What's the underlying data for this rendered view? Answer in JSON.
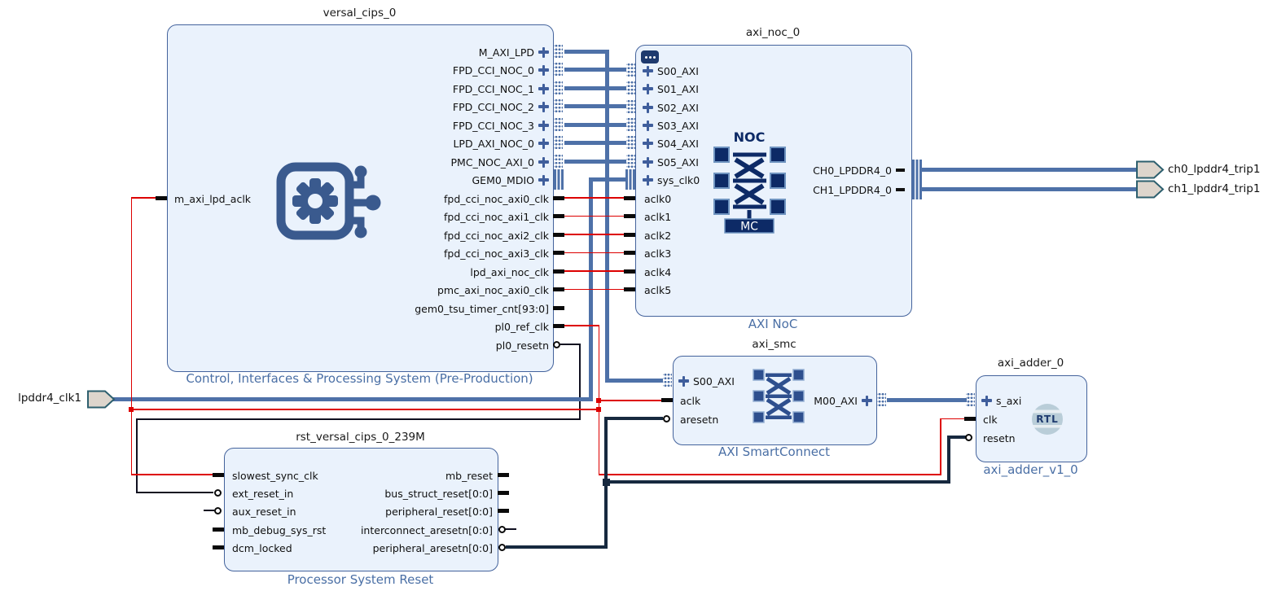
{
  "diagram": {
    "tool_context": "block-design-canvas",
    "colors": {
      "block_fill": "#eaf2fc",
      "block_border": "#44639c",
      "subtitle_text": "#4a6fa5",
      "bus_wire": "#4e71a8",
      "clock_wire": "#dd0000",
      "reset_wire": "#101020",
      "aresetn_wire": "#17293f",
      "flag_fill": "#ddd5cc",
      "flag_border": "#2d5f6e",
      "icon_navy": "#0d2a66"
    }
  },
  "external_ports": {
    "lpddr4_clk1": {
      "label": "lpddr4_clk1",
      "direction": "input"
    },
    "ch0": {
      "label": "ch0_lpddr4_trip1",
      "direction": "output"
    },
    "ch1": {
      "label": "ch1_lpddr4_trip1",
      "direction": "output"
    }
  },
  "blocks": {
    "versal": {
      "title": "versal_cips_0",
      "subtitle": "Control, Interfaces & Processing System (Pre-Production)",
      "left_ports": [
        {
          "label": "m_axi_lpd_aclk",
          "type": "clock-in"
        }
      ],
      "right_ports": [
        {
          "label": "M_AXI_LPD",
          "type": "interface"
        },
        {
          "label": "FPD_CCI_NOC_0",
          "type": "interface"
        },
        {
          "label": "FPD_CCI_NOC_1",
          "type": "interface"
        },
        {
          "label": "FPD_CCI_NOC_2",
          "type": "interface"
        },
        {
          "label": "FPD_CCI_NOC_3",
          "type": "interface"
        },
        {
          "label": "LPD_AXI_NOC_0",
          "type": "interface"
        },
        {
          "label": "PMC_NOC_AXI_0",
          "type": "interface"
        },
        {
          "label": "GEM0_MDIO",
          "type": "interface"
        },
        {
          "label": "fpd_cci_noc_axi0_clk",
          "type": "clock-out"
        },
        {
          "label": "fpd_cci_noc_axi1_clk",
          "type": "clock-out"
        },
        {
          "label": "fpd_cci_noc_axi2_clk",
          "type": "clock-out"
        },
        {
          "label": "fpd_cci_noc_axi3_clk",
          "type": "clock-out"
        },
        {
          "label": "lpd_axi_noc_clk",
          "type": "clock-out"
        },
        {
          "label": "pmc_axi_noc_axi0_clk",
          "type": "clock-out"
        },
        {
          "label": "gem0_tsu_timer_cnt[93:0]",
          "type": "data-out"
        },
        {
          "label": "pl0_ref_clk",
          "type": "clock-out"
        },
        {
          "label": "pl0_resetn",
          "type": "reset-out"
        }
      ]
    },
    "axi_noc": {
      "title": "axi_noc_0",
      "subtitle": "AXI NoC",
      "icon": {
        "top_label": "NOC",
        "bottom_label": "MC"
      },
      "left_ports": [
        {
          "label": "S00_AXI",
          "type": "interface"
        },
        {
          "label": "S01_AXI",
          "type": "interface"
        },
        {
          "label": "S02_AXI",
          "type": "interface"
        },
        {
          "label": "S03_AXI",
          "type": "interface"
        },
        {
          "label": "S04_AXI",
          "type": "interface"
        },
        {
          "label": "S05_AXI",
          "type": "interface"
        },
        {
          "label": "sys_clk0",
          "type": "interface"
        },
        {
          "label": "aclk0",
          "type": "clock-in"
        },
        {
          "label": "aclk1",
          "type": "clock-in"
        },
        {
          "label": "aclk2",
          "type": "clock-in"
        },
        {
          "label": "aclk3",
          "type": "clock-in"
        },
        {
          "label": "aclk4",
          "type": "clock-in"
        },
        {
          "label": "aclk5",
          "type": "clock-in"
        }
      ],
      "right_ports": [
        {
          "label": "CH0_LPDDR4_0",
          "type": "interface"
        },
        {
          "label": "CH1_LPDDR4_0",
          "type": "interface"
        }
      ]
    },
    "axi_smc": {
      "title": "axi_smc",
      "subtitle": "AXI SmartConnect",
      "left_ports": [
        {
          "label": "S00_AXI",
          "type": "interface"
        },
        {
          "label": "aclk",
          "type": "clock-in"
        },
        {
          "label": "aresetn",
          "type": "reset-in"
        }
      ],
      "right_ports": [
        {
          "label": "M00_AXI",
          "type": "interface"
        }
      ]
    },
    "axi_adder": {
      "title": "axi_adder_0",
      "subtitle": "axi_adder_v1_0",
      "icon": {
        "label": "RTL"
      },
      "left_ports": [
        {
          "label": "s_axi",
          "type": "interface"
        },
        {
          "label": "clk",
          "type": "clock-in"
        },
        {
          "label": "resetn",
          "type": "reset-in"
        }
      ]
    },
    "rst": {
      "title": "rst_versal_cips_0_239M",
      "subtitle": "Processor System Reset",
      "left_ports": [
        {
          "label": "slowest_sync_clk",
          "type": "clock-in"
        },
        {
          "label": "ext_reset_in",
          "type": "reset-in"
        },
        {
          "label": "aux_reset_in",
          "type": "reset-in"
        },
        {
          "label": "mb_debug_sys_rst",
          "type": "data-in"
        },
        {
          "label": "dcm_locked",
          "type": "data-in"
        }
      ],
      "right_ports": [
        {
          "label": "mb_reset",
          "type": "data-out"
        },
        {
          "label": "bus_struct_reset[0:0]",
          "type": "data-out"
        },
        {
          "label": "peripheral_reset[0:0]",
          "type": "data-out"
        },
        {
          "label": "interconnect_aresetn[0:0]",
          "type": "reset-out"
        },
        {
          "label": "peripheral_aresetn[0:0]",
          "type": "reset-out"
        }
      ]
    }
  }
}
